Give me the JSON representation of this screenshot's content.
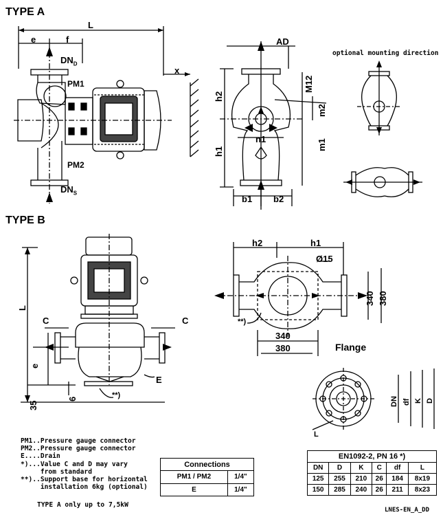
{
  "titles": {
    "type_a": "TYPE A",
    "type_b": "TYPE B",
    "flange": "Flange",
    "optional": "optional mounting direction"
  },
  "type_a_labels": {
    "L": "L",
    "e": "e",
    "f": "f",
    "x": "x",
    "DNd": "DN",
    "DNd_sub": "D",
    "DNs": "DN",
    "DNs_sub": "S",
    "PM1": "PM1",
    "PM2": "PM2",
    "AD": "AD",
    "M12": "M12",
    "h1": "h1",
    "h2": "h2",
    "n1": "n1",
    "m1": "m1",
    "m2": "m2",
    "b1": "b1",
    "b2": "b2"
  },
  "type_b_labels": {
    "L": "L",
    "C_left": "C",
    "C_right": "C",
    "e": "e",
    "E": "E",
    "d35": "35",
    "d6": "6",
    "star2": "**)",
    "h2": "h2",
    "h1": "h1",
    "d15": "Ø15",
    "d340_v": "340",
    "d380_v": "380",
    "d340_h": "340",
    "d380_h": "380",
    "star2b": "**)"
  },
  "flange_labels": {
    "DN": "DN",
    "df": "df",
    "K": "K",
    "D": "D",
    "L": "L"
  },
  "legend": [
    "PM1..Pressure gauge connector",
    "PM2..Pressure gauge connector",
    "E....Drain",
    "*)...Value C and D may vary",
    "     from standard",
    "**)..Support base for horizontal",
    "     installation 6kg (optional)"
  ],
  "note": "TYPE A only up to 7,5kW",
  "connections": {
    "title": "Connections",
    "rows": [
      [
        "PM1 / PM2",
        "1/4\""
      ],
      [
        "E",
        "1/4\""
      ]
    ]
  },
  "en_table": {
    "title": "EN1092-2, PN 16 *)",
    "headers": [
      "DN",
      "D",
      "K",
      "C",
      "df",
      "L"
    ],
    "rows": [
      [
        "125",
        "255",
        "210",
        "26",
        "184",
        "8x19"
      ],
      [
        "150",
        "285",
        "240",
        "26",
        "211",
        "8x23"
      ]
    ]
  },
  "footer": "LNES-EN_A_DD"
}
